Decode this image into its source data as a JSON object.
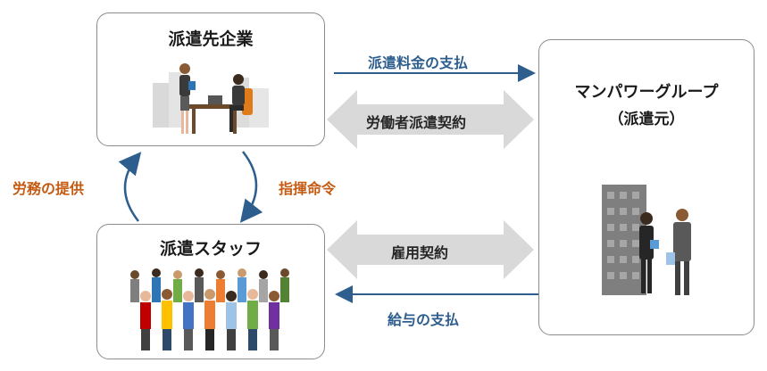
{
  "client_company": {
    "title": "派遣先企業"
  },
  "staff": {
    "title": "派遣スタッフ"
  },
  "manpower": {
    "title": "マンパワーグループ",
    "subtitle": "（派遣元）"
  },
  "flows": {
    "fee_payment": "派遣料金の支払",
    "dispatch_contract": "労働者派遣契約",
    "labor_provision": "労務の提供",
    "directions": "指揮命令",
    "employment_contract": "雇用契約",
    "salary_payment": "給与の支払"
  },
  "colors": {
    "arrow_blue": "#2e5e8e",
    "label_orange": "#c55a11",
    "contract_arrow_gray": "#d9d9d9",
    "box_border": "#8c8c8c"
  }
}
